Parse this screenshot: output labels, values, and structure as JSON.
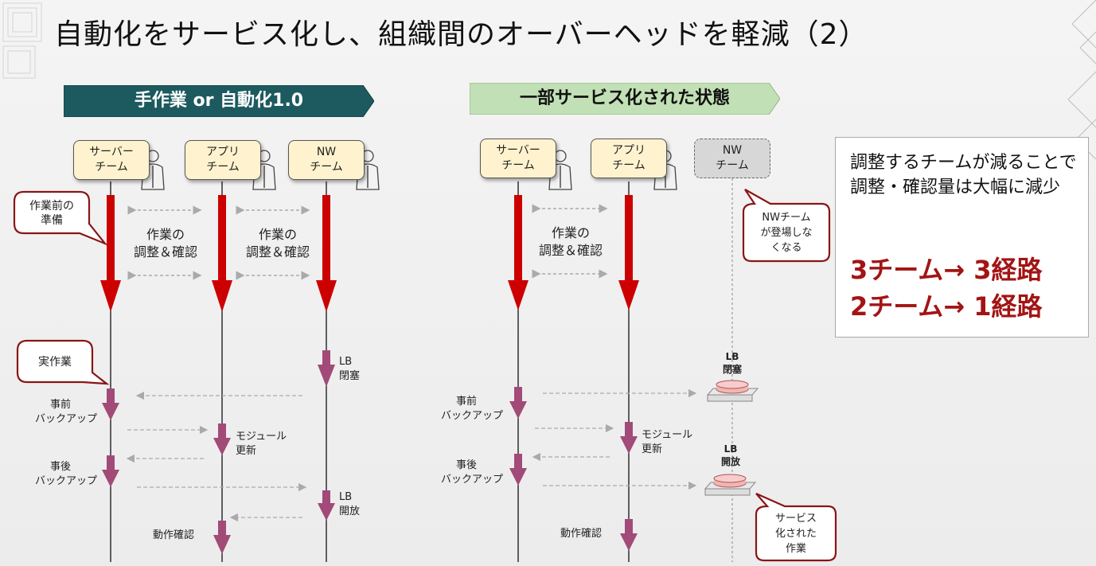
{
  "title": "自動化をサービス化し、組織間のオーバーヘッドを軽減（2）",
  "colors": {
    "banner_dark": "#1d5a60",
    "banner_light": "#c2e0b5",
    "accent_red": "#cc0000",
    "dark_red": "#a31414",
    "down_arrow": "#a24a78",
    "team_fill": "#fff3cf",
    "ghost_fill": "#d7d7d7"
  },
  "left": {
    "banner": "手作業 or 自動化1.0",
    "teams": [
      {
        "label_line1": "サーバー",
        "label_line2": "チーム"
      },
      {
        "label_line1": "アプリ",
        "label_line2": "チーム"
      },
      {
        "label_line1": "NW",
        "label_line2": "チーム"
      }
    ],
    "coordination_a": {
      "line1": "作業の",
      "line2": "調整＆確認"
    },
    "coordination_b": {
      "line1": "作業の",
      "line2": "調整＆確認"
    },
    "callout_prep": {
      "line1": "作業前の",
      "line2": "準備"
    },
    "callout_work": "実作業",
    "steps": {
      "lb_block": {
        "line1": "LB",
        "line2": "閉塞"
      },
      "pre_backup": {
        "line1": "事前",
        "line2": "バックアップ"
      },
      "module_update": {
        "line1": "モジュール",
        "line2": "更新"
      },
      "post_backup": {
        "line1": "事後",
        "line2": "バックアップ"
      },
      "lb_open": {
        "line1": "LB",
        "line2": "開放"
      },
      "verify": "動作確認"
    }
  },
  "right": {
    "banner": "一部サービス化された状態",
    "teams": [
      {
        "label_line1": "サーバー",
        "label_line2": "チーム"
      },
      {
        "label_line1": "アプリ",
        "label_line2": "チーム"
      },
      {
        "label_line1": "NW",
        "label_line2": "チーム"
      }
    ],
    "coordination": {
      "line1": "作業の",
      "line2": "調整＆確認"
    },
    "callout_nw": {
      "line1": "NWチーム",
      "line2": "が登場しな",
      "line3": "くなる"
    },
    "callout_service": {
      "line1": "サービス",
      "line2": "化された",
      "line3": "作業"
    },
    "steps": {
      "lb_block": {
        "line1": "LB",
        "line2": "閉塞"
      },
      "pre_backup": {
        "line1": "事前",
        "line2": "バックアップ"
      },
      "module_update": {
        "line1": "モジュール",
        "line2": "更新"
      },
      "post_backup": {
        "line1": "事後",
        "line2": "バックアップ"
      },
      "lb_open": {
        "line1": "LB",
        "line2": "開放"
      },
      "verify": "動作確認"
    }
  },
  "info": {
    "text": "調整するチームが減ることで調整・確認量は大幅に減少",
    "line1": "3チーム→ 3経路",
    "line2": "2チーム→ 1経路"
  }
}
